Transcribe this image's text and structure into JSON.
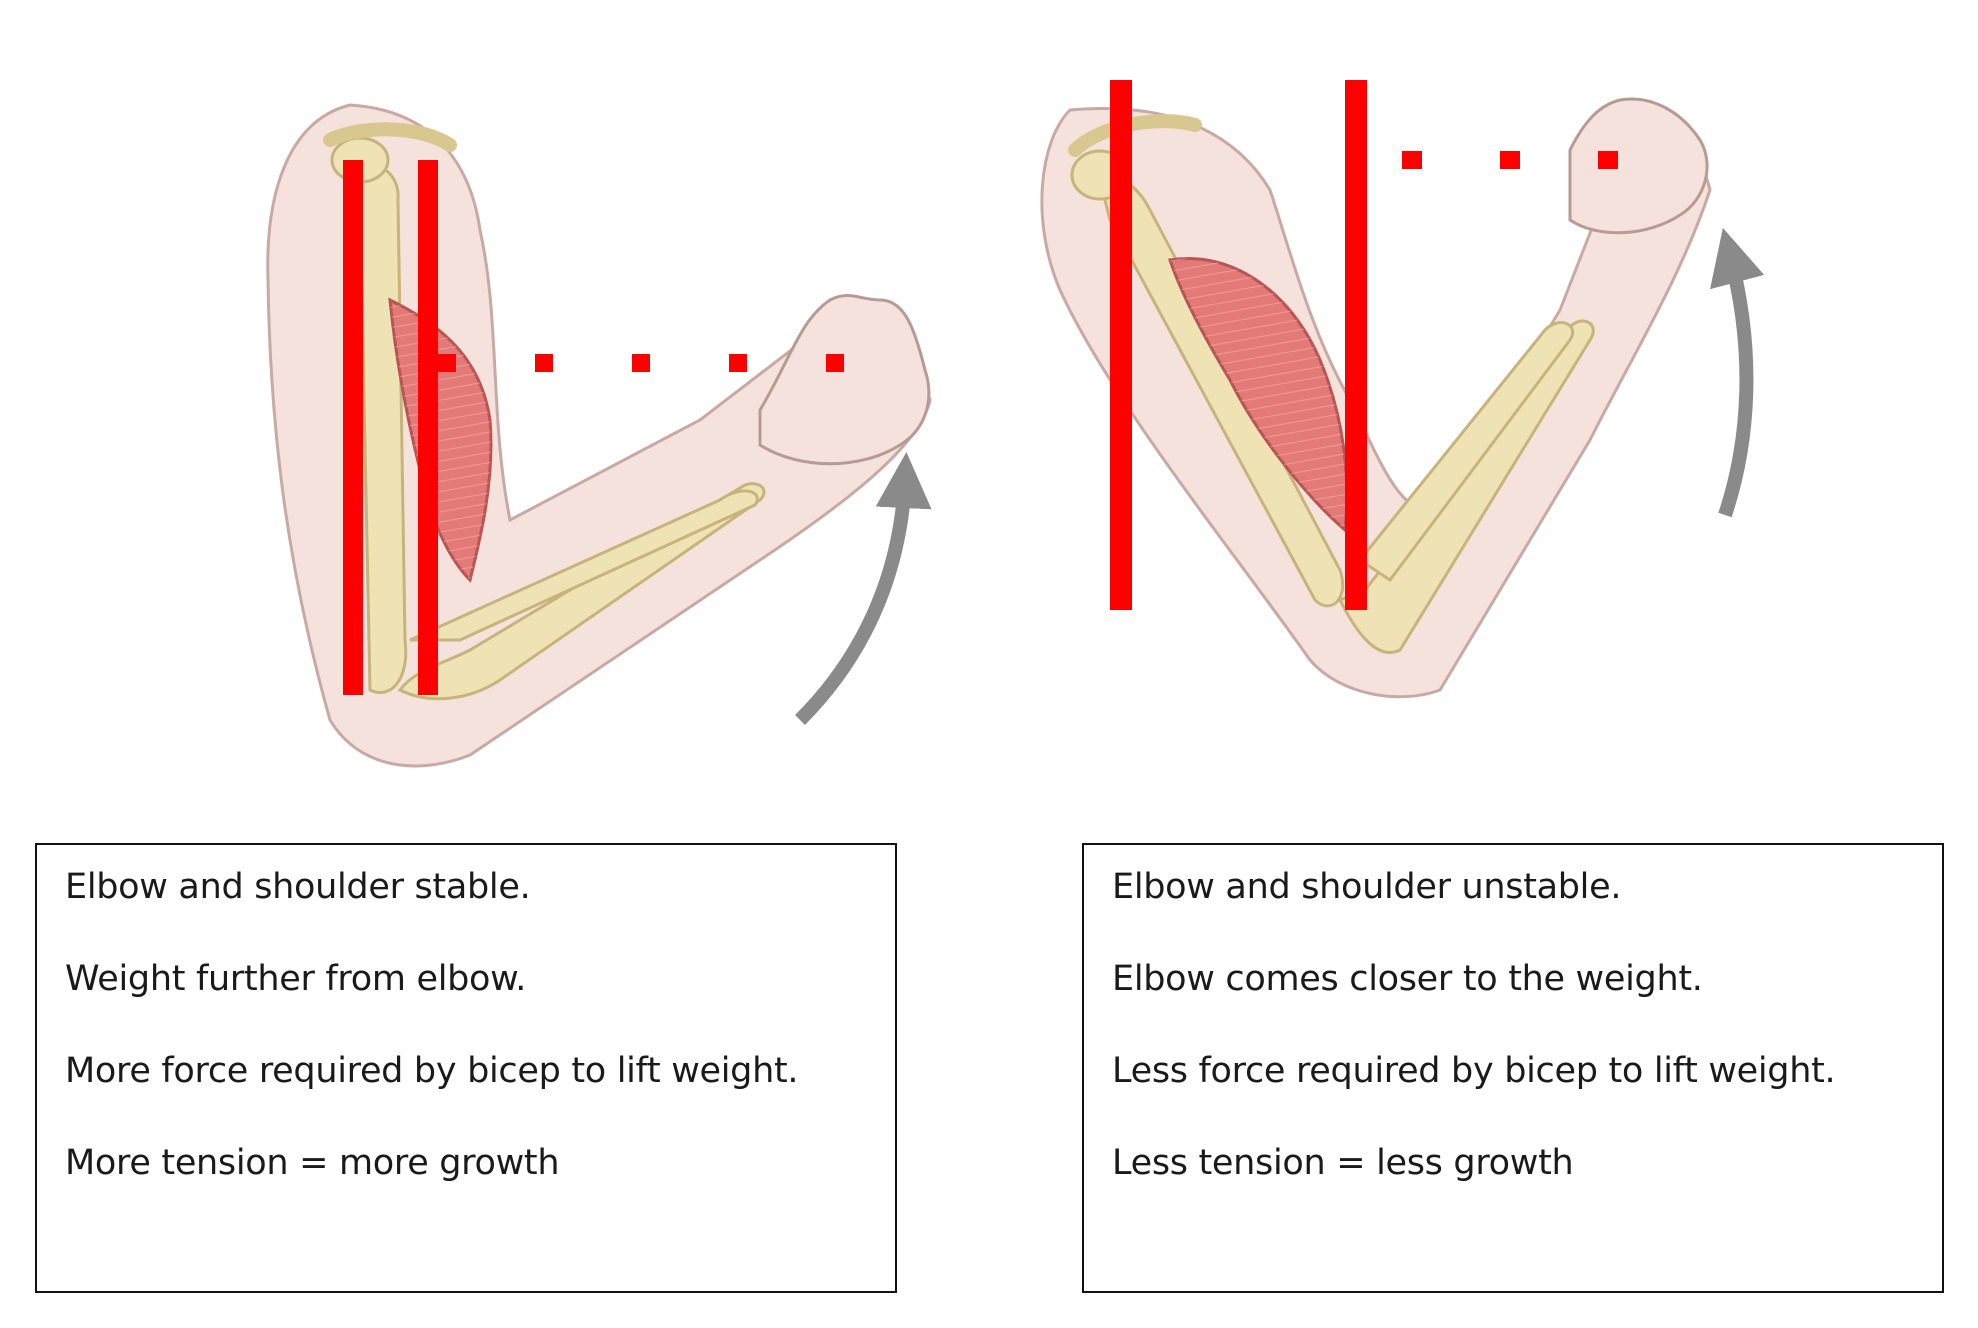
{
  "panels": [
    {
      "id": "stable",
      "captions": [
        "Elbow and shoulder stable.",
        "Weight further from elbow.",
        "More force required by bicep to lift weight.",
        "More tension = more growth"
      ]
    },
    {
      "id": "unstable",
      "captions": [
        "Elbow and shoulder unstable.",
        "Elbow comes closer to the weight.",
        "Less force required by bicep to lift weight.",
        "Less tension = less growth"
      ]
    }
  ],
  "colors": {
    "marker": "#ff0000",
    "skin": "#f6e2dc",
    "bone": "#efe2b4",
    "muscle": "#e47a78",
    "arrow": "#8a8a8a",
    "border": "#111111"
  },
  "icons": [
    "arm-anatomy-illustration",
    "curved-arrow-icon",
    "red-vertical-line",
    "red-dotted-line"
  ]
}
